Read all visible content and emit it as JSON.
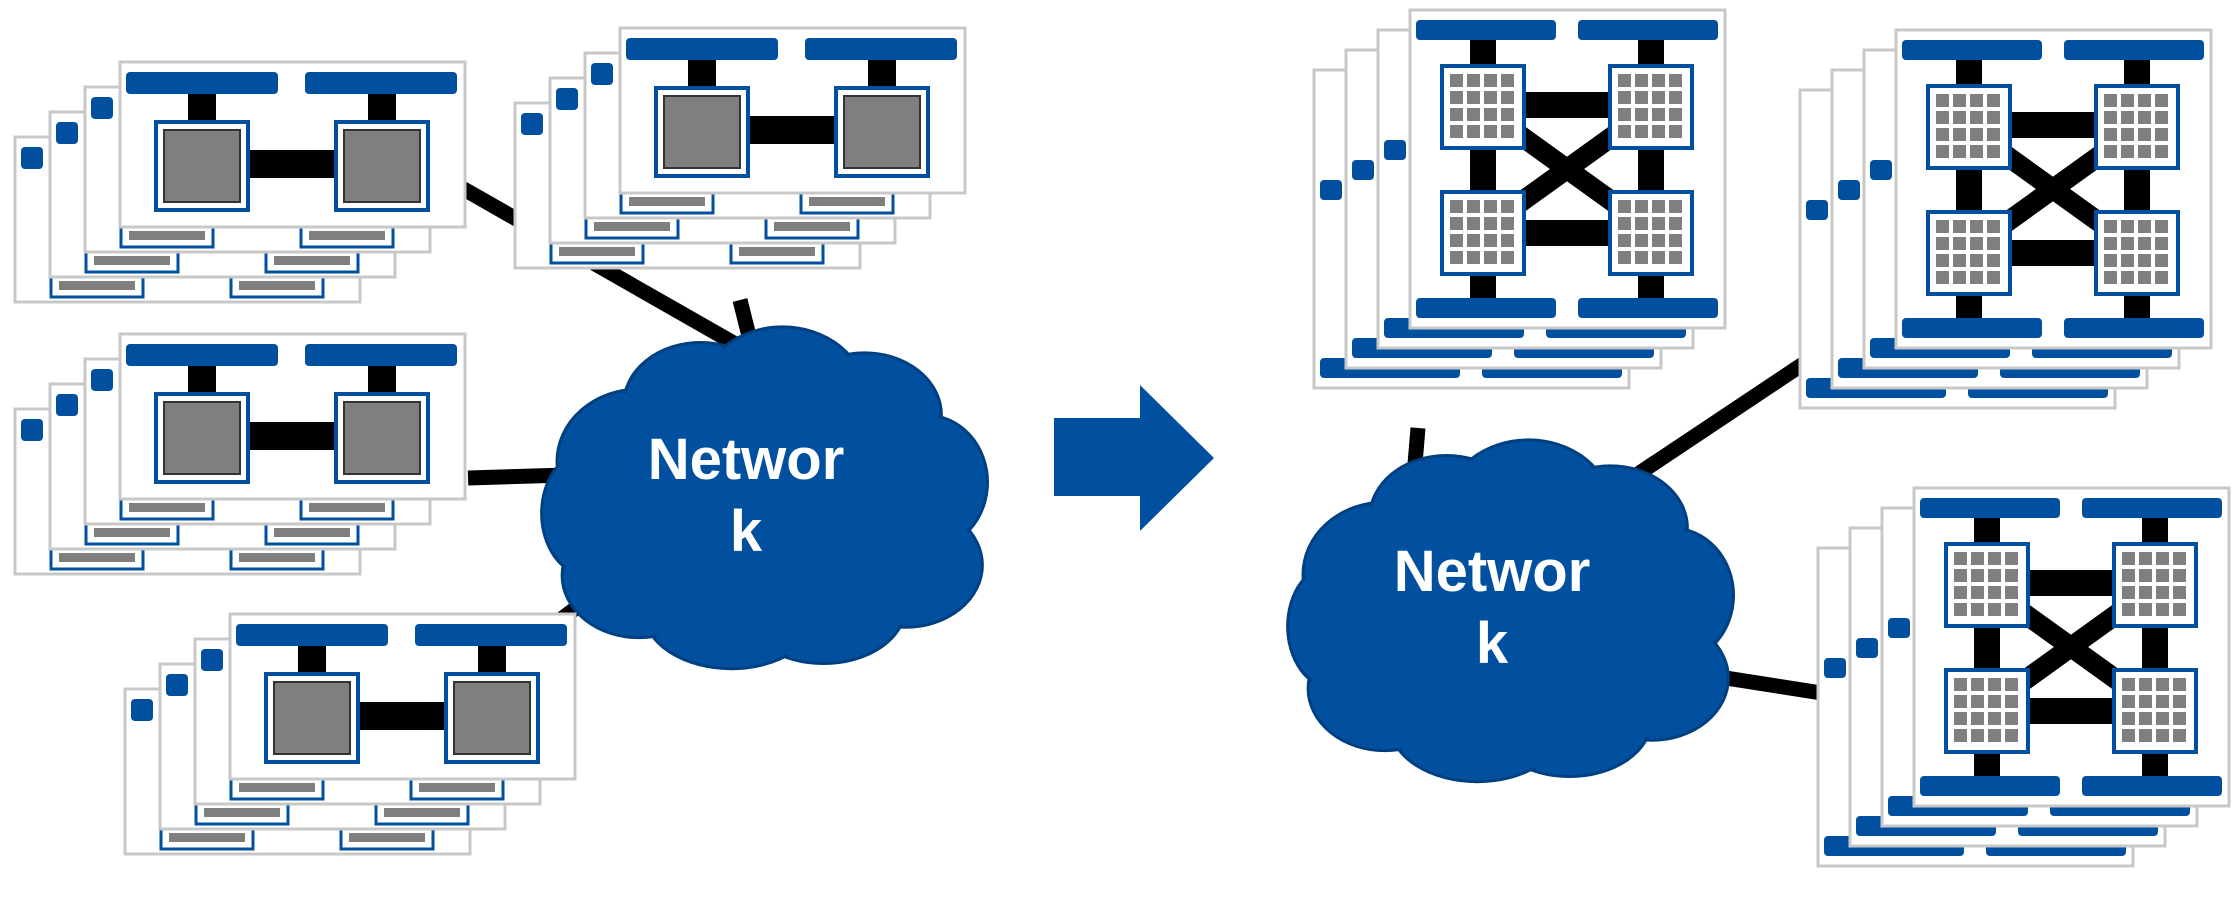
{
  "colors": {
    "blue": "#00509f",
    "board_fill": "#ffffff",
    "board_stroke": "#c8c8c8",
    "chip_gray": "#7f7f7f",
    "link": "#000000",
    "label_text": "#ffffff"
  },
  "left_network": {
    "label_line1": "Networ",
    "label_line2": "k"
  },
  "right_network": {
    "label_line1": "Networ",
    "label_line2": "k"
  },
  "transition_arrow": {
    "icon": "right-arrow-icon"
  },
  "left_cluster": {
    "node_type": "dual-cpu-node",
    "group_count": 4,
    "boards_per_group": 4
  },
  "right_cluster": {
    "node_type": "quad-accelerator-node",
    "group_count": 3,
    "boards_per_group": 4
  }
}
